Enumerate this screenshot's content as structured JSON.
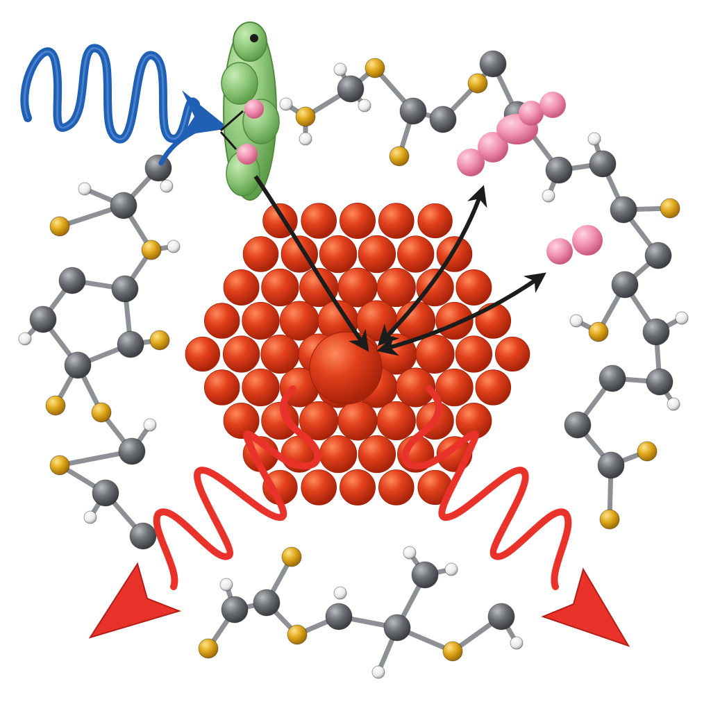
{
  "diagram": {
    "labels": [],
    "palette": {
      "background": "#ffffff",
      "nanoparticle": "#e2401c",
      "nanoparticle_highlight": "#ff8a5c",
      "nanoparticle_shadow": "#a8230a",
      "incident_light": "#1f5fb4",
      "emitted_light": "#e8322a",
      "dye_molecule": "#8fc77a",
      "dye_molecule_dark": "#5f9f4c",
      "dye_spots": "#f2a2b8",
      "pink_acceptor": "#f08fb0",
      "carbon_atom": "#6b6f74",
      "sulfur_atom": "#e0a91c",
      "hydrogen_atom": "#e9e9e9",
      "bond": "#8d9196",
      "energy_arrow": "#1c1c1c"
    },
    "components": [
      "incident-light-wave",
      "dye-sensitizer",
      "nanoparticle-core",
      "energy-transfer-arrows",
      "pink-acceptor-molecules",
      "thiol-ligand-shell",
      "emitted-light-waves"
    ]
  }
}
